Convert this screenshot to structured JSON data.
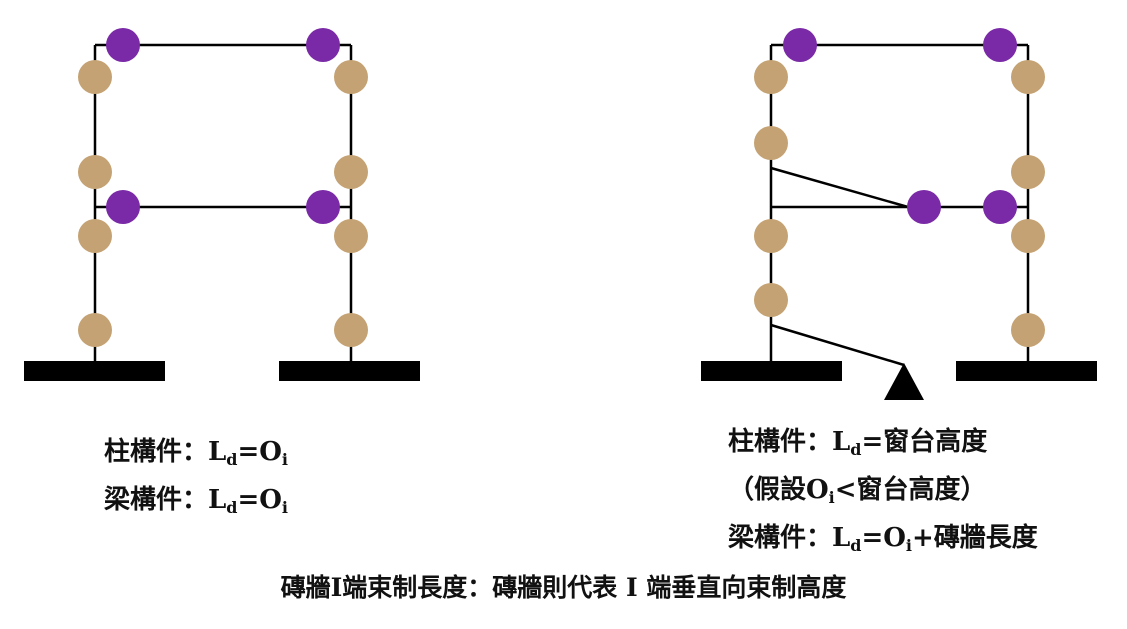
{
  "colors": {
    "column_hinge": "#c4a273",
    "beam_hinge": "#7a2aa6",
    "frame": "#000000",
    "background": "#ffffff"
  },
  "left_panel": {
    "column_label": "柱構件：",
    "column_formula_L": "L",
    "column_formula_sub_d": "d",
    "column_formula_eq": "=O",
    "column_formula_sub_i": "i",
    "beam_label": "梁構件：",
    "beam_formula_L": "L",
    "beam_formula_sub_d": "d",
    "beam_formula_eq": "=O",
    "beam_formula_sub_i": "i"
  },
  "right_panel": {
    "column_label": "柱構件：",
    "column_formula_L": "L",
    "column_formula_sub_d": "d",
    "column_formula_rest": "=窗台高度",
    "assumption_pre": "（假設O",
    "assumption_sub_i": "i",
    "assumption_post": "<窗台高度）",
    "beam_label": "梁構件：",
    "beam_formula_L": "L",
    "beam_formula_sub_d": "d",
    "beam_formula_eq": "=O",
    "beam_formula_sub_i": "i",
    "beam_formula_rest": "+磚牆長度"
  },
  "caption": "磚牆I端束制長度：磚牆則代表 I 端垂直向束制高度"
}
